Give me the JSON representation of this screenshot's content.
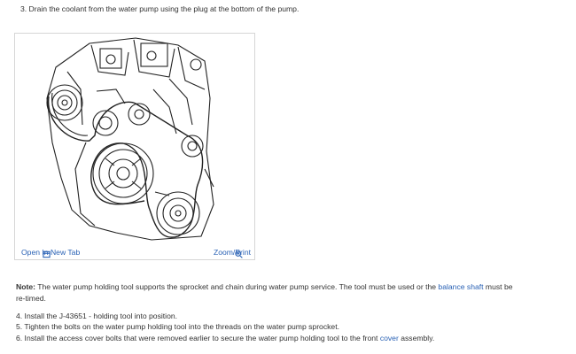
{
  "step3": "3. Drain the coolant from the water pump using the plug at the bottom of the pump.",
  "figure": {
    "open_new_tab": "Open In New Tab",
    "zoom_print": "Zoom/Print"
  },
  "note": {
    "label": "Note:",
    "text_before": " The water pump holding tool supports the sprocket and chain during water pump service. The tool must be used or the ",
    "link": "balance shaft",
    "text_after": " must be re-timed."
  },
  "steps": {
    "s4": "4. Install the J-43651 - holding tool into position.",
    "s5": "5. Tighten the bolts on the water pump holding tool into the threads on the water pump sprocket.",
    "s6_before": "6. Install the access cover bolts that were removed earlier to secure the water pump holding tool to the front ",
    "s6_link": "cover",
    "s6_after": " assembly."
  },
  "colors": {
    "link": "#2a62b5",
    "text": "#333333",
    "border": "#d6d6d6"
  },
  "icons": {
    "open_new_tab": "window-icon",
    "zoom_print": "magnifier-icon"
  }
}
